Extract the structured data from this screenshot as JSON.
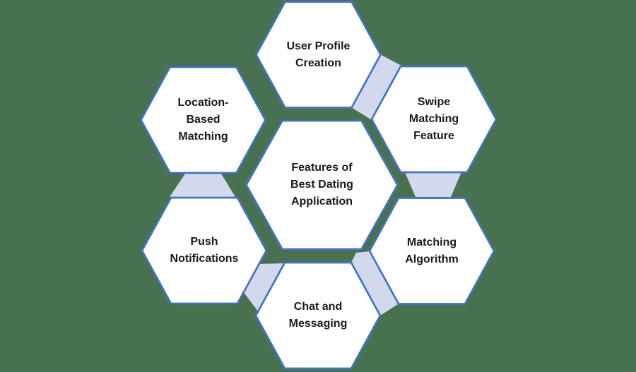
{
  "diagram": {
    "title": "Features of Best Dating Application",
    "type": "hexagon-cluster",
    "center": {
      "label": "Features of\nBest Dating\nApplication"
    },
    "nodes": [
      {
        "label": "User Profile\nCreation"
      },
      {
        "label": "Swipe\nMatching\nFeature"
      },
      {
        "label": "Matching\nAlgorithm"
      },
      {
        "label": "Chat and\nMessaging"
      },
      {
        "label": "Push\nNotifications"
      },
      {
        "label": "Location-\nBased\nMatching"
      }
    ],
    "connections": [
      "User Profile Creation - Swipe Matching Feature",
      "Swipe Matching Feature - Matching Algorithm",
      "Matching Algorithm - Chat and Messaging",
      "Chat and Messaging - Push Notifications",
      "Push Notifications - Location-Based Matching"
    ],
    "colors": {
      "background": "#48714F",
      "hexagon_fill": "#FFFFFF",
      "hexagon_border": "#4472C4",
      "connector_fill": "#D3D9EC",
      "text": "#1A1A1A"
    }
  }
}
